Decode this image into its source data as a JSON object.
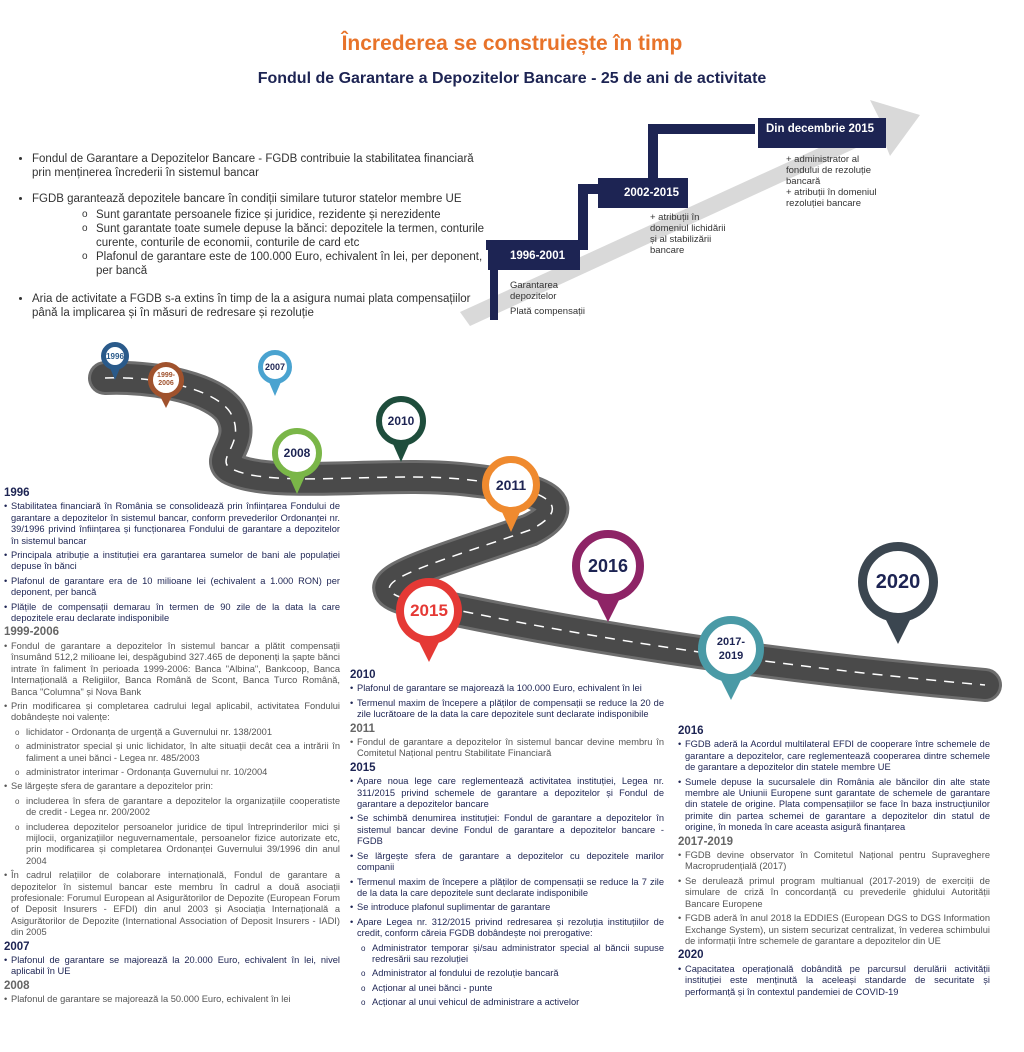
{
  "header": {
    "title": "Încrederea se construiește în timp",
    "subtitle": "Fondul de Garantare a Depozitelor Bancare - 25 de ani de activitate"
  },
  "intro": {
    "p1": "Fondul de Garantare a Depozitelor Bancare - FGDB contribuie la stabilitatea financiară prin menținerea încrederii în sistemul bancar",
    "p2": "FGDB garantează depozitele bancare în condiții similare tuturor statelor membre UE",
    "p2_sub": [
      "Sunt garantate persoanele fizice și juridice, rezidente și nerezidente",
      "Sunt garantate toate sumele depuse la bănci: depozitele la termen, conturile curente, conturile de economii, conturile de card etc",
      "Plafonul de garantare este de 100.000 Euro, echivalent în lei, per deponent, per bancă"
    ],
    "p3": "Aria de activitate a FGDB s-a extins în timp de la a asigura numai plata compensațiilor până la implicarea și în măsuri de redresare și rezoluție"
  },
  "staircase": {
    "step1": {
      "label": "1996-2001",
      "lines": [
        "Garantarea depozitelor",
        "Plată compensații"
      ]
    },
    "step2": {
      "label": "2002-2015",
      "lines": [
        "+ atribuții în domeniul lichidării și al stabilizării bancare"
      ]
    },
    "step3": {
      "label": "Din decembrie 2015",
      "lines": [
        "+ administrator al fondului de rezoluție bancară",
        "+ atribuții în domeniul rezoluției bancare"
      ]
    }
  },
  "pins": [
    {
      "label": "1996",
      "color": "#2a5a8a"
    },
    {
      "label": "1999-2006",
      "color": "#a0522d"
    },
    {
      "label": "2007",
      "color": "#4aa3d0"
    },
    {
      "label": "2008",
      "color": "#7ab648"
    },
    {
      "label": "2010",
      "color": "#1e4d3c"
    },
    {
      "label": "2011",
      "color": "#ef8a2f"
    },
    {
      "label": "2015",
      "color": "#e53935"
    },
    {
      "label": "2016",
      "color": "#8e2466"
    },
    {
      "label": "2017-2019",
      "color": "#4a9aa6"
    },
    {
      "label": "2020",
      "color": "#3b4650"
    }
  ],
  "left_col": {
    "y1996": {
      "title": "1996",
      "items": [
        "Stabilitatea financiară în România se consolidează prin înființarea Fondului de garantare a depozitelor în sistemul bancar, conform prevederilor Ordonanței nr. 39/1996 privind înființarea și funcționarea Fondului de garantare a depozitelor în sistemul bancar",
        "Principala atribuție a instituției era garantarea sumelor de bani ale populației depuse în bănci",
        "Plafonul de garantare era de 10 milioane lei (echivalent a 1.000 RON) per deponent, per bancă",
        "Plățile de compensații demarau în termen de 90 zile de la data la care depozitele erau declarate indisponibile"
      ]
    },
    "y1999": {
      "title": "1999-2006",
      "item1": "Fondul de garantare a depozitelor în sistemul bancar a plătit compensații însumând 512,2 milioane lei, despăgubind 327.465 de deponenți la șapte bănci intrate în faliment în perioada 1999-2006: Banca \"Albina\", Bankcoop, Banca Internațională a Religiilor, Banca Română de Scont, Banca Turco Română, Banca \"Columna\" și Nova Bank",
      "item2": "Prin modificarea și completarea cadrului legal aplicabil, activitatea Fondului dobândește noi valențe:",
      "item2_sub": [
        "lichidator - Ordonanța de urgență a Guvernului nr. 138/2001",
        "administrator special și unic lichidator, în alte situații decât cea a intrării în faliment a unei bănci - Legea nr. 485/2003",
        "administrator interimar - Ordonanța Guvernului nr. 10/2004"
      ],
      "item3": "Se lărgește sfera de garantare a depozitelor prin:",
      "item3_sub": [
        "includerea în sfera de garantare a depozitelor la organizațiile cooperatiste de credit - Legea nr. 200/2002",
        "includerea depozitelor persoanelor juridice de tipul întreprinderilor mici și mijlocii, organizațiilor neguvernamentale, persoanelor fizice autorizate etc, prin modificarea și completarea Ordonanței Guvernului 39/1996 din anul 2004"
      ],
      "item4": "În cadrul relațiilor de colaborare internațională, Fondul de garantare a depozitelor în sistemul bancar este membru în cadrul a două asociații profesionale: Forumul European al Asigurătorilor de Depozite (European Forum of Deposit Insurers - EFDI) din anul 2003 și Asociația Internațională a Asigurătorilor de Depozite (International Association of Deposit Insurers - IADI) din 2005"
    },
    "y2007": {
      "title": "2007",
      "item": "Plafonul de garantare se majorează la 20.000 Euro, echivalent în lei, nivel aplicabil în UE"
    },
    "y2008": {
      "title": "2008",
      "item": "Plafonul de garantare se majorează la 50.000 Euro, echivalent în lei"
    }
  },
  "mid_col": {
    "y2010": {
      "title": "2010",
      "items": [
        "Plafonul de garantare se majorează la 100.000 Euro, echivalent în lei",
        "Termenul maxim de începere a plăților de compensații se reduce la 20 de zile lucrătoare de la data la care depozitele sunt declarate indisponibile"
      ]
    },
    "y2011": {
      "title": "2011",
      "item": "Fondul de garantare a depozitelor în sistemul bancar devine membru în Comitetul Național pentru Stabilitate Financiară"
    },
    "y2015": {
      "title": "2015",
      "item1": "Apare noua lege care reglementează activitatea instituției, Legea nr. 311/2015 privind schemele de garantare a depozitelor și Fondul de garantare a depozitelor bancare",
      "item2": "Se schimbă denumirea instituției: Fondul de garantare a depozitelor în sistemul bancar devine Fondul de garantare a depozitelor bancare - FGDB",
      "item3": "Se lărgește sfera de garantare a depozitelor cu depozitele marilor companii",
      "item4": "Termenul maxim de începere a plăților de compensații se reduce la 7 zile de la data la care depozitele sunt declarate indisponibile",
      "item5": "Se introduce plafonul suplimentar de garantare",
      "item6": "Apare Legea nr. 312/2015 privind redresarea și rezoluția instituțiilor de credit, conform căreia FGDB dobândește noi prerogative:",
      "item6_sub": [
        "Administrator temporar și/sau administrator special al băncii supuse redresării sau rezoluției",
        "Administrator al fondului de rezoluție bancară",
        "Acționar al unei bănci - punte",
        "Acționar al unui vehicul de administrare a activelor"
      ]
    }
  },
  "right_col": {
    "y2016": {
      "title": "2016",
      "items": [
        "FGDB aderă la Acordul multilateral EFDI de cooperare între schemele de garantare a depozitelor, care reglementează cooperarea dintre schemele de garantare a depozitelor din statele membre UE",
        "Sumele depuse la sucursalele din România ale băncilor din alte state membre ale Uniunii Europene sunt garantate de schemele de garantare din statele de origine. Plata compensațiilor se face în baza instrucțiunilor primite din partea schemei de garantare a depozitelor din statul de origine, în moneda în care aceasta asigură finanțarea"
      ]
    },
    "y2017": {
      "title": "2017-2019",
      "items": [
        "FGDB devine observator în Comitetul Național pentru Supraveghere Macroprudențială (2017)",
        "Se derulează primul program multianual (2017-2019) de exerciții de simulare de criză în concordanță cu prevederile ghidului Autorității Bancare Europene",
        "FGDB aderă în anul 2018 la EDDIES (European DGS to DGS Information Exchange System), un sistem securizat centralizat, în vederea schimbului de informații între schemele de garantare a depozitelor din UE"
      ]
    },
    "y2020": {
      "title": "2020",
      "item": "Capacitatea operațională dobândită pe parcursul derulării activității instituției este menținută la aceleași standarde de securitate și performanță și în contextul pandemiei de COVID-19"
    }
  }
}
